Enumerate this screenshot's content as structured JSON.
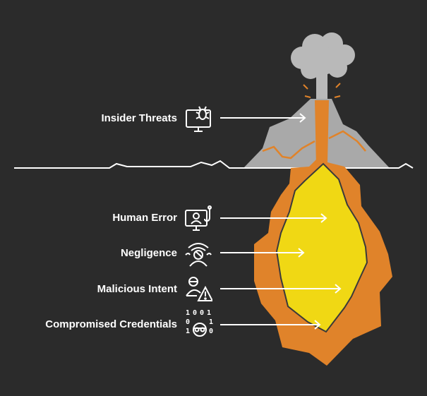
{
  "surface_label": "Insider Threats",
  "underlying_items": [
    {
      "label": "Human Error"
    },
    {
      "label": "Negligence"
    },
    {
      "label": "Malicious Intent"
    },
    {
      "label": "Compromised Credentials"
    }
  ],
  "binary_digits": {
    "row1": "1001",
    "row2_left": "0",
    "row2_right": "1",
    "row3_left": "1",
    "row3_right": "0"
  },
  "icons": {
    "insider_threats": "bug-monitor-icon",
    "human_error": "user-monitor-phishing-icon",
    "negligence": "eye-wifi-user-icon",
    "malicious_intent": "user-warning-icon",
    "compromised_credentials": "binary-masked-user-icon"
  },
  "colors": {
    "background": "#2b2b2b",
    "smoke": "#b9b9b9",
    "rock": "#a9a9a9",
    "lava_outer": "#e0832a",
    "lava_inner": "#f0d814",
    "line": "#ffffff"
  }
}
